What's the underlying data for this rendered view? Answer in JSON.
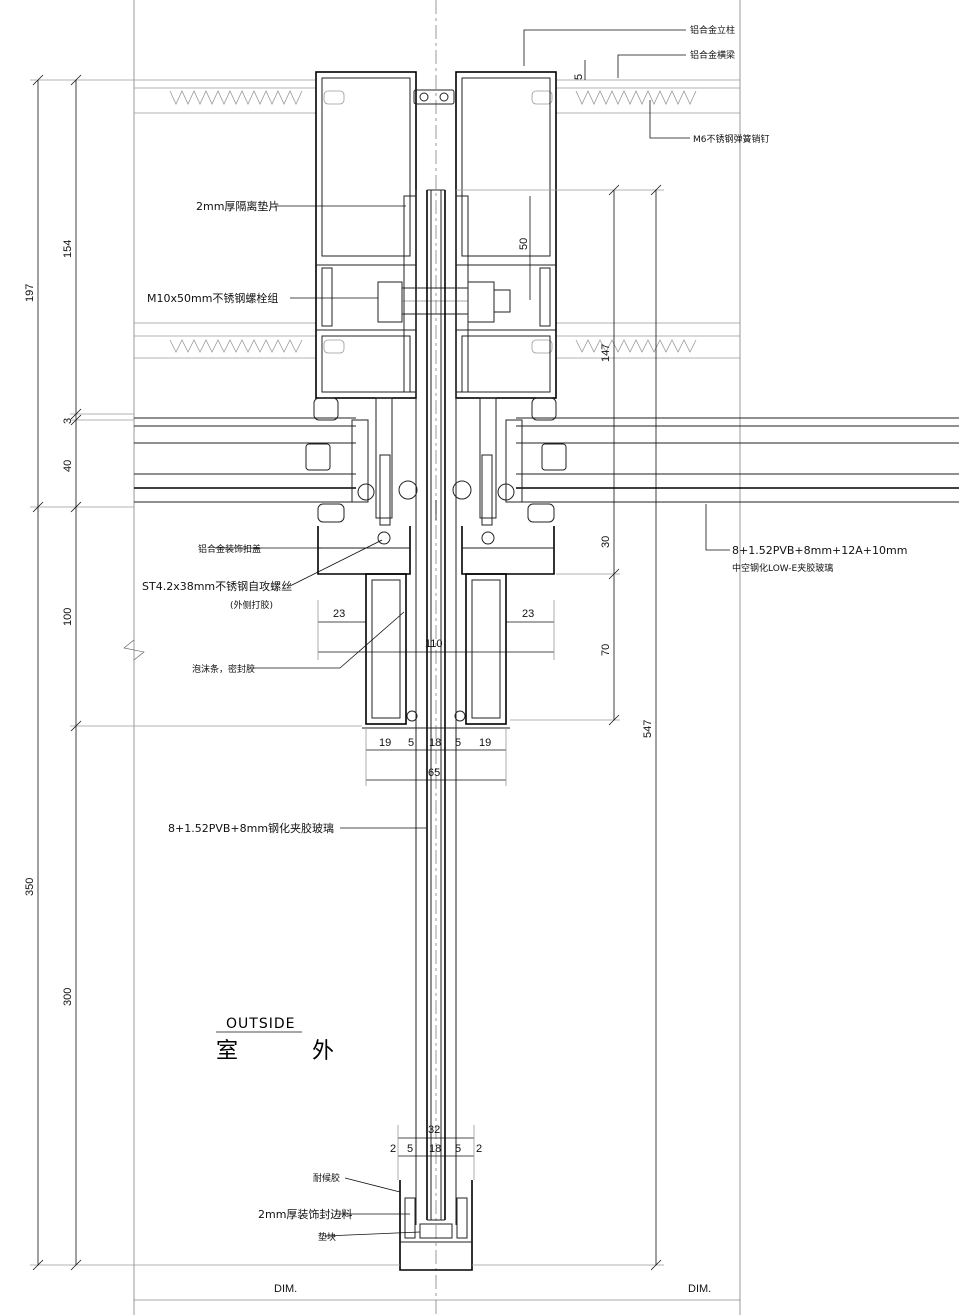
{
  "labels": {
    "mullion": "铝合金立柱",
    "transom": "铝合金横梁",
    "spring_pin": "M6不锈钢弹簧销钉",
    "spacer": "2mm厚隔离垫片",
    "bolt": "M10x50mm不锈钢螺栓组",
    "cover_cap": "铝合金装饰扣盖",
    "screw": "ST4.2x38mm不锈钢自攻螺丝",
    "screw_note": "(外侧打胶)",
    "foam": "泡沫条，密封胶",
    "igu": "8+1.52PVB+8mm+12A+10mm",
    "igu_note": "中空钢化LOW-E夹胶玻璃",
    "fin_glass": "8+1.52PVB+8mm钢化夹胶玻璃",
    "weather_seal": "耐候胶",
    "edge_trim": "2mm厚装饰封边料",
    "setting_block": "垫块",
    "outside_en": "OUTSIDE",
    "outside_cn_1": "室",
    "outside_cn_2": "外",
    "dim_left": "DIM.",
    "dim_right": "DIM."
  },
  "dimensions": {
    "d197": "197",
    "d154": "154",
    "d3": "3",
    "d40": "40",
    "d100": "100",
    "d350": "350",
    "d300": "300",
    "d5": "5",
    "d50": "50",
    "d147": "147",
    "d30": "30",
    "d70": "70",
    "d547": "547",
    "d23_left": "23",
    "d23_right": "23",
    "d110": "110",
    "d19_left": "19",
    "d5_a": "5",
    "d18": "18",
    "d5_b": "5",
    "d19_right": "19",
    "d65": "65",
    "d32": "32",
    "d2_left": "2",
    "d5_c": "5",
    "d18_b": "18",
    "d5_d": "5",
    "d2_right": "2"
  }
}
